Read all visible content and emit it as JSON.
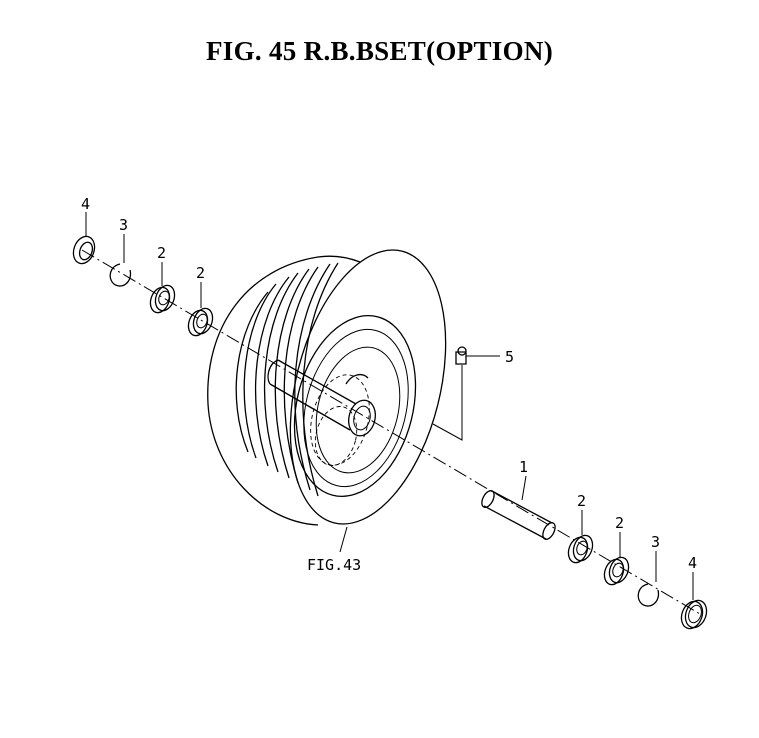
{
  "title": "FIG. 45  R.B.BSET(OPTION)",
  "callouts": {
    "washer_left": "4",
    "snap_ring_left": "3",
    "bearing_left_outer": "2",
    "bearing_left_inner": "2",
    "grease_nipple": "5",
    "shaft": "1",
    "bearing_right_inner": "2",
    "bearing_right_outer": "2",
    "snap_ring_right": "3",
    "washer_right": "4",
    "wheel_reference": "FIG.43"
  }
}
